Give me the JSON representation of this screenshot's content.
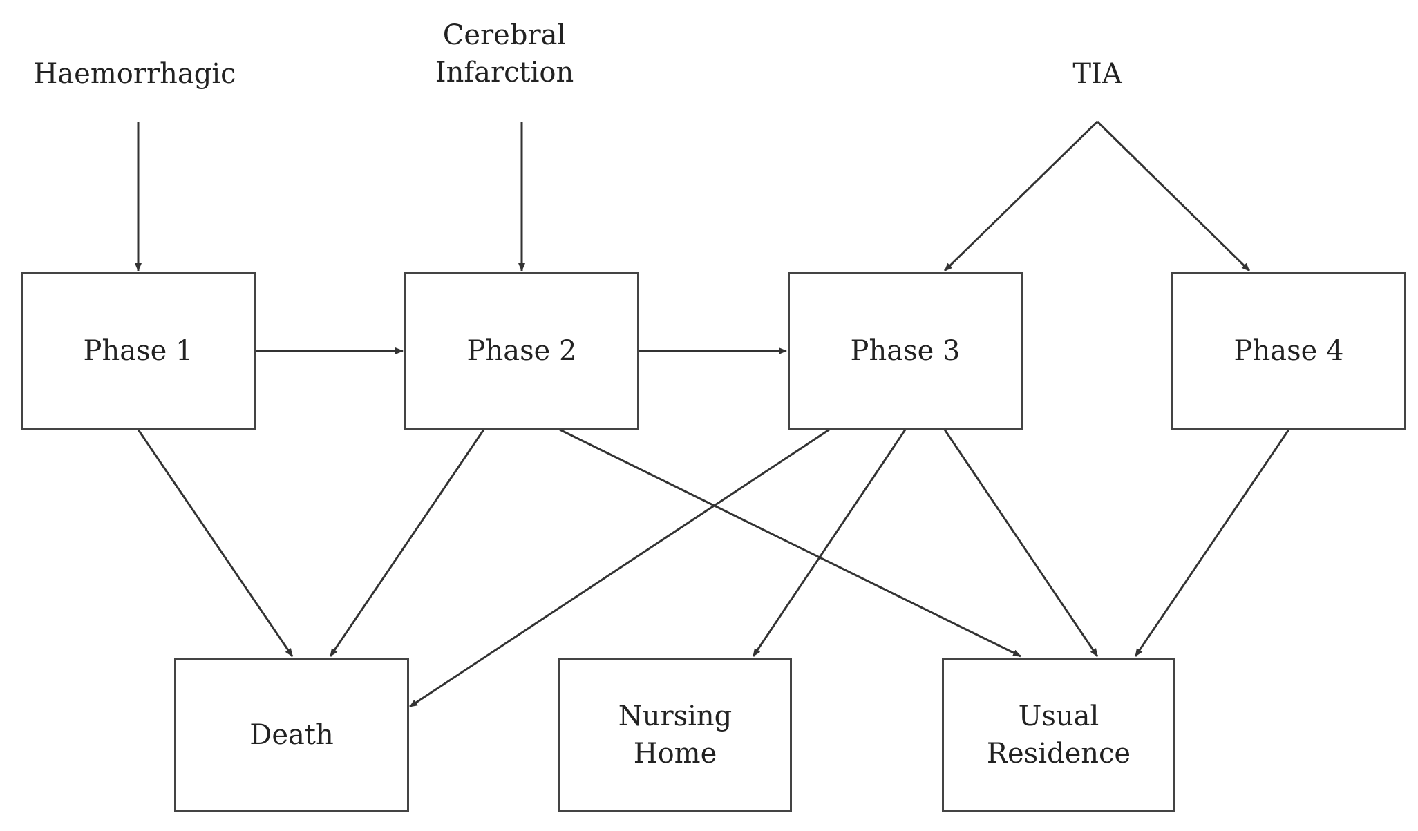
{
  "sources": {
    "haemorrhagic": "Haemorrhagic",
    "cerebral_line1": "Cerebral",
    "cerebral_line2": "Infarction",
    "tia": "TIA"
  },
  "phases": {
    "phase1": "Phase 1",
    "phase2": "Phase 2",
    "phase3": "Phase 3",
    "phase4": "Phase 4"
  },
  "outcomes": {
    "death": "Death",
    "nursing_line1": "Nursing",
    "nursing_line2": "Home",
    "usual_line1": "Usual",
    "usual_line2": "Residence"
  },
  "colors": {
    "stroke": "#444444",
    "text": "#222222"
  }
}
